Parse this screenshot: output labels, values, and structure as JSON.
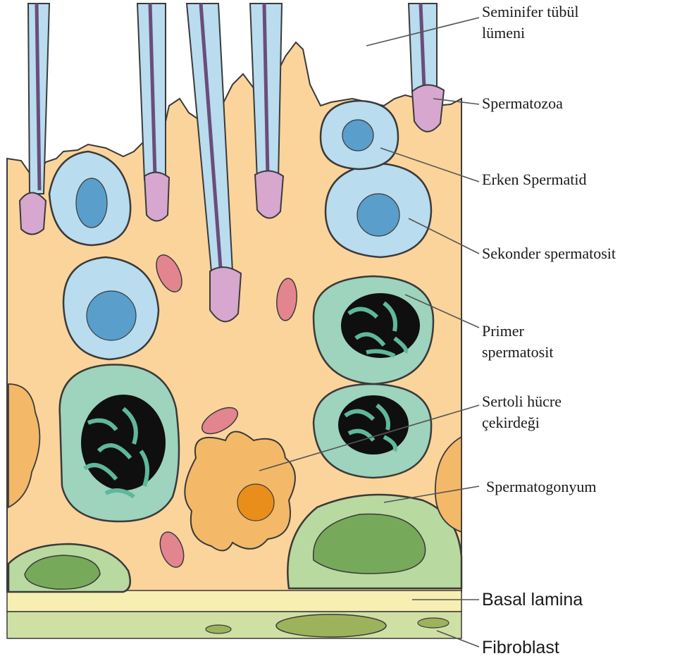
{
  "diagram": {
    "labels": {
      "lumen_1": "Seminifer tübül",
      "lumen_2": "lümeni",
      "spermatozoa": "Spermatozoa",
      "early_spermatid": "Erken Spermatid",
      "secondary_spermatocyte": "Sekonder spermatosit",
      "primary_spermatocyte_1": "Primer",
      "primary_spermatocyte_2": "spermatosit",
      "sertoli_1": "Sertoli hücre",
      "sertoli_2": "çekirdeği",
      "spermatogonium": "Spermatogonyum",
      "basal_lamina": "Basal lamina",
      "fibroblast": "Fibroblast"
    },
    "colors": {
      "sertoli_cytoplasm": "#fbd49b",
      "spermatid": "#b9dcef",
      "spermatocyte": "#9ed3bd",
      "spermatogonium": "#b8d9a0",
      "sperm_head": "#d7a7cf",
      "mitochondria": "#e3858f",
      "basal_lamina": "#f7eeb2",
      "fibroblast_layer": "#cfe0a5",
      "sertoli_nucleus": "#f1b35b"
    }
  }
}
